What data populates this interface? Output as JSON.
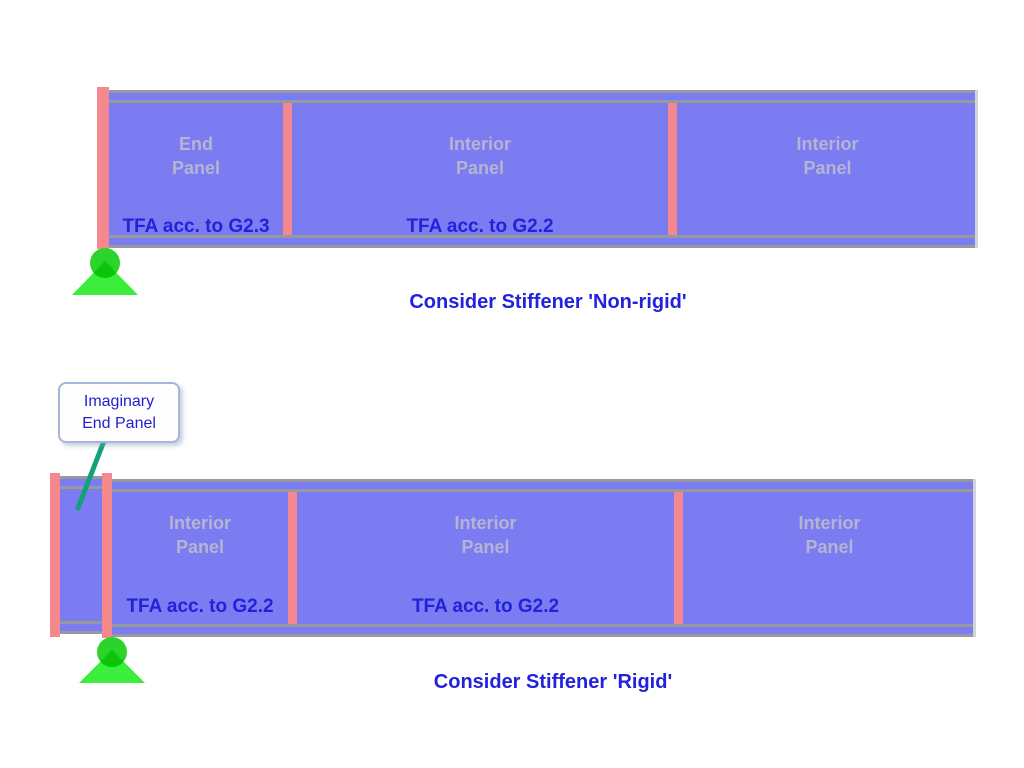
{
  "colors": {
    "panel_fill": "#7b7bf2",
    "stiffener_fill": "#f5888e",
    "flange_line": "#98999f",
    "panel_label_text": "#b5b5d2",
    "tfa_text": "#2222d8",
    "caption_text": "#2222dd",
    "callout_text": "#2222cc",
    "callout_border": "#a9b4da",
    "leader_line": "#14a07a",
    "support_circle": "#2bd32b",
    "support_triangle": "#3cee3c"
  },
  "diagram_top": {
    "caption": "Consider Stiffener 'Non-rigid'",
    "panels": [
      {
        "name_line1": "End",
        "name_line2": "Panel",
        "tfa": "TFA acc. to G2.3"
      },
      {
        "name_line1": "Interior",
        "name_line2": "Panel",
        "tfa": "TFA acc. to G2.2"
      },
      {
        "name_line1": "Interior",
        "name_line2": "Panel"
      }
    ]
  },
  "diagram_bottom": {
    "caption": "Consider Stiffener 'Rigid'",
    "callout_line1": "Imaginary",
    "callout_line2": "End Panel",
    "panels": [
      {
        "name_line1": "Interior",
        "name_line2": "Panel",
        "tfa": "TFA acc. to G2.2"
      },
      {
        "name_line1": "Interior",
        "name_line2": "Panel",
        "tfa": "TFA acc. to G2.2"
      },
      {
        "name_line1": "Interior",
        "name_line2": "Panel"
      }
    ]
  }
}
